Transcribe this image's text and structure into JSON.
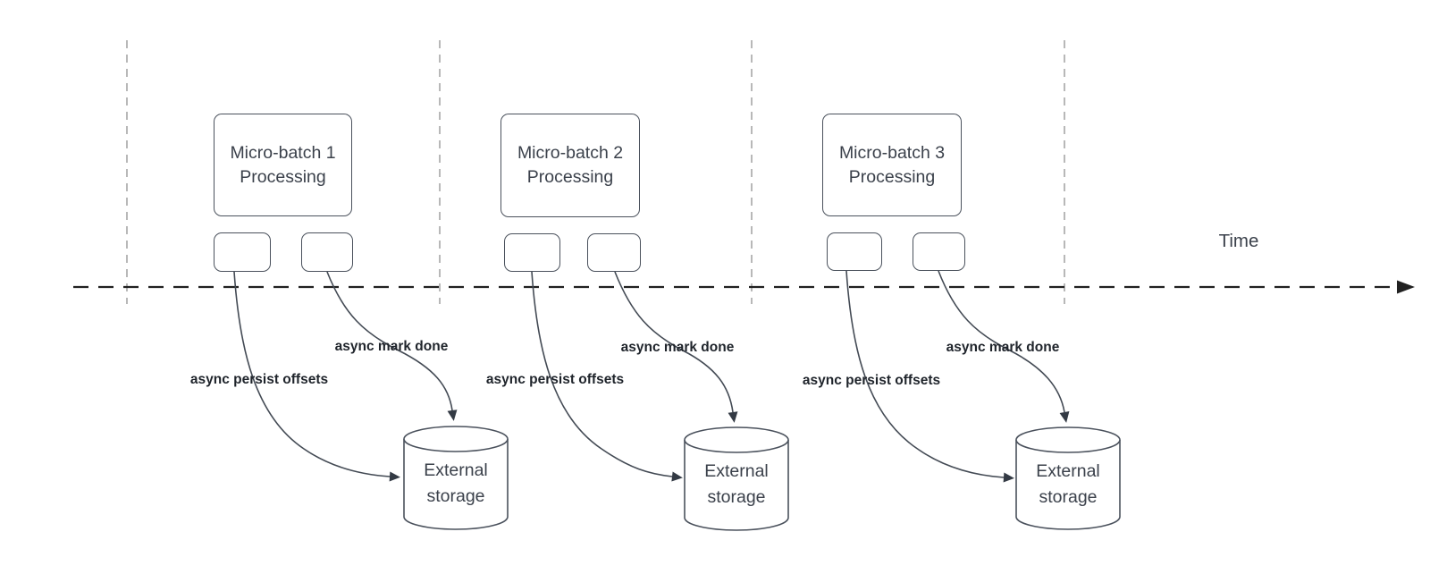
{
  "timeline": {
    "label": "Time"
  },
  "groups": [
    {
      "box": {
        "line1": "Micro-batch 1",
        "line2": "Processing"
      },
      "persist_label": "async persist offsets",
      "mark_done_label": "async mark done",
      "storage": {
        "line1": "External",
        "line2": "storage"
      }
    },
    {
      "box": {
        "line1": "Micro-batch 2",
        "line2": "Processing"
      },
      "persist_label": "async persist offsets",
      "mark_done_label": "async mark done",
      "storage": {
        "line1": "External",
        "line2": "storage"
      }
    },
    {
      "box": {
        "line1": "Micro-batch 3",
        "line2": "Processing"
      },
      "persist_label": "async persist offsets",
      "mark_done_label": "async mark done",
      "storage": {
        "line1": "External",
        "line2": "storage"
      }
    }
  ],
  "colors": {
    "shape_stroke": "#4a515c",
    "box_text": "#3b414b",
    "label_text": "#1f242b",
    "axis_line": "#212121",
    "guide_line": "#a7a7a7",
    "curve_line": "#434a54",
    "arrowhead": "#333a44"
  }
}
